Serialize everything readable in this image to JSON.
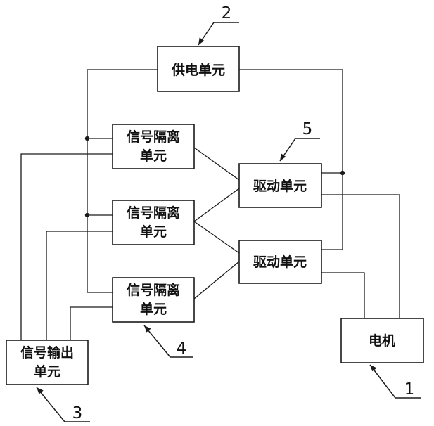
{
  "units": {
    "power": "供电单元",
    "isolation_line1": "信号隔离",
    "isolation_line2": "单元",
    "drive": "驱动单元",
    "motor": "电机",
    "output_line1": "信号输出",
    "output_line2": "单元"
  },
  "callouts": {
    "motor": "1",
    "power": "2",
    "output": "3",
    "isolation": "4",
    "drive": "5"
  }
}
